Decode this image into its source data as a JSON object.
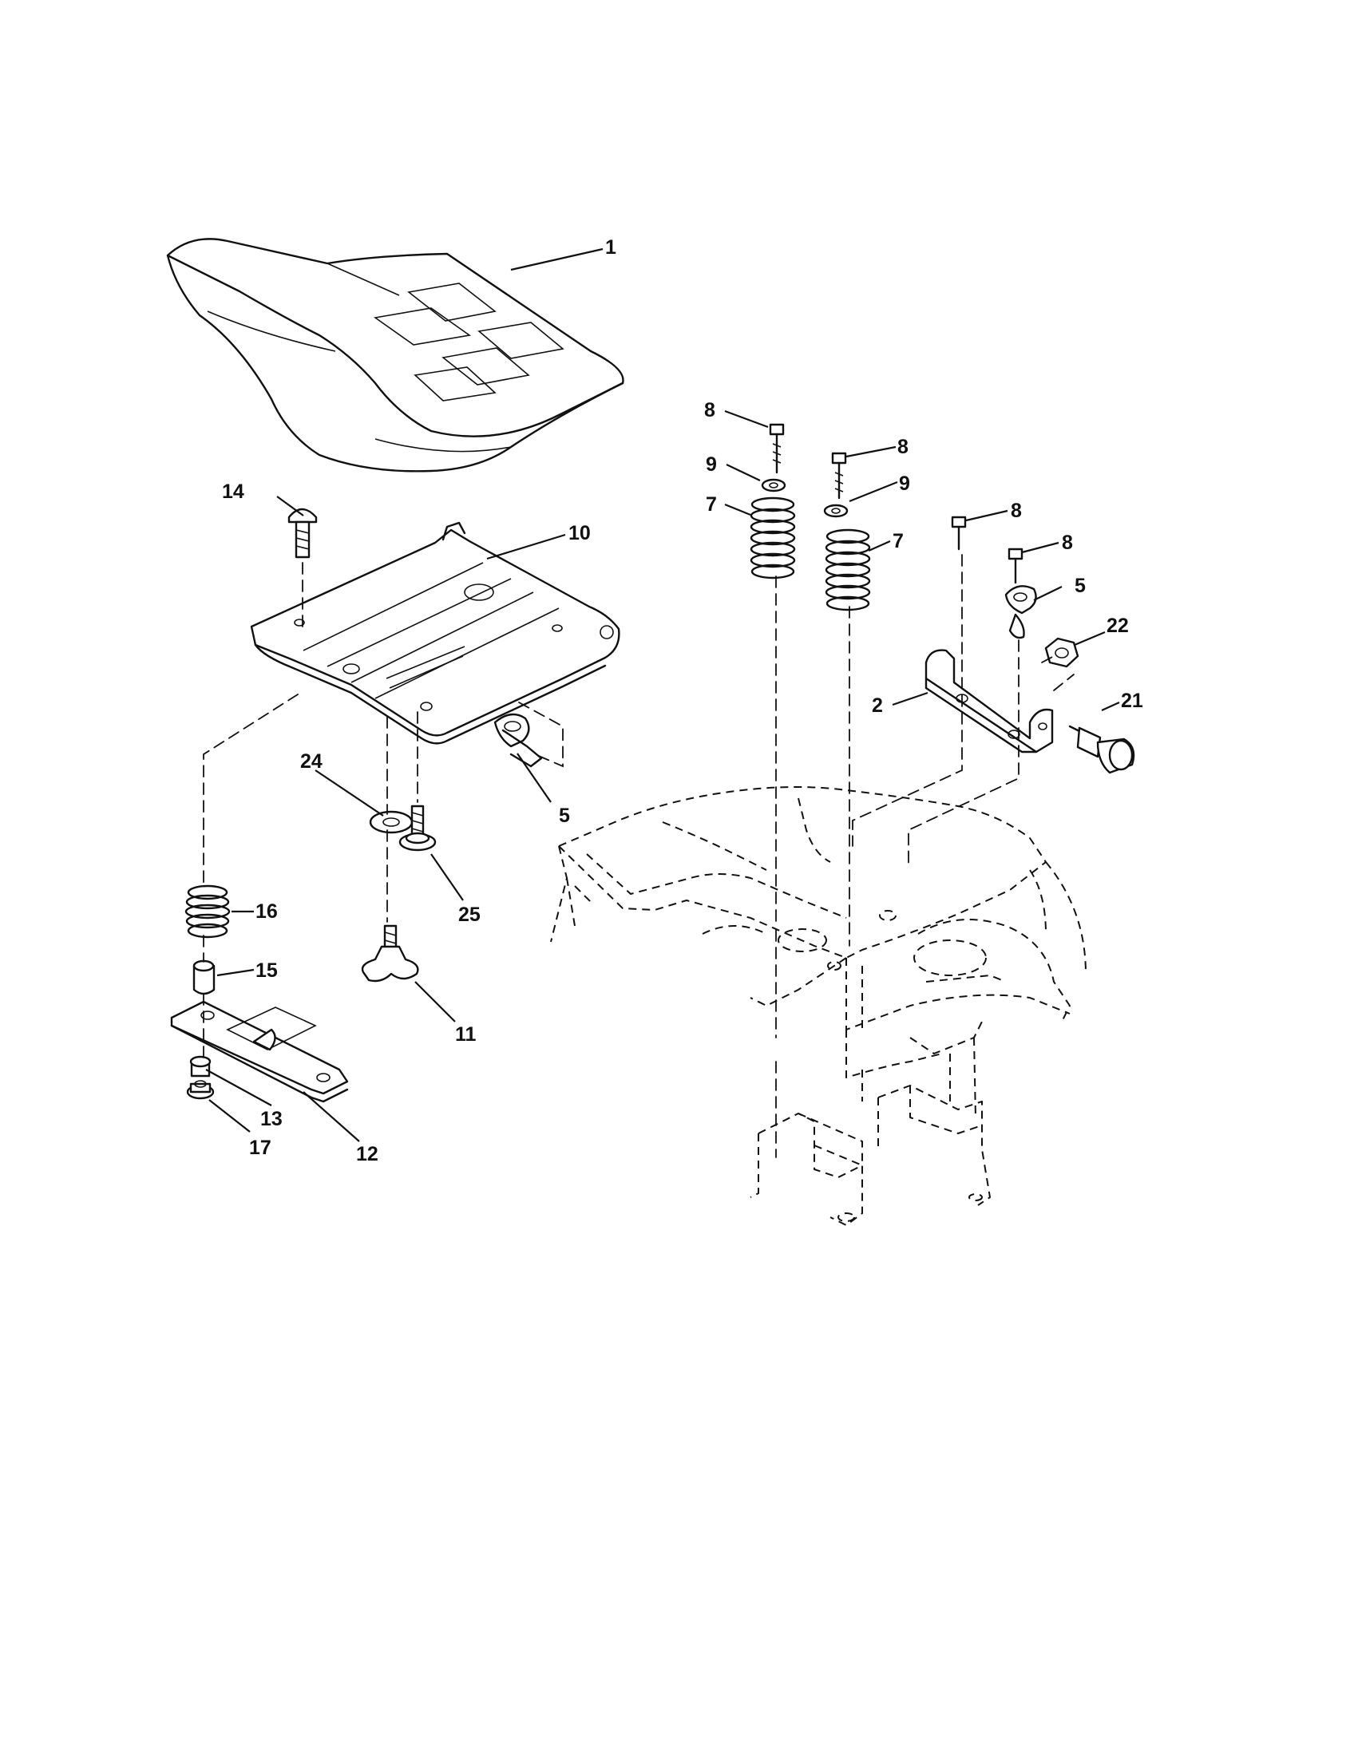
{
  "callouts": [
    {
      "id": "c1",
      "label": "1"
    },
    {
      "id": "c2",
      "label": "2"
    },
    {
      "id": "c5a",
      "label": "5"
    },
    {
      "id": "c5b",
      "label": "5"
    },
    {
      "id": "c7a",
      "label": "7"
    },
    {
      "id": "c7b",
      "label": "7"
    },
    {
      "id": "c8a",
      "label": "8"
    },
    {
      "id": "c8b",
      "label": "8"
    },
    {
      "id": "c8c",
      "label": "8"
    },
    {
      "id": "c8d",
      "label": "8"
    },
    {
      "id": "c9a",
      "label": "9"
    },
    {
      "id": "c9b",
      "label": "9"
    },
    {
      "id": "c10",
      "label": "10"
    },
    {
      "id": "c11",
      "label": "11"
    },
    {
      "id": "c12",
      "label": "12"
    },
    {
      "id": "c13",
      "label": "13"
    },
    {
      "id": "c14",
      "label": "14"
    },
    {
      "id": "c15",
      "label": "15"
    },
    {
      "id": "c16",
      "label": "16"
    },
    {
      "id": "c17",
      "label": "17"
    },
    {
      "id": "c21",
      "label": "21"
    },
    {
      "id": "c22",
      "label": "22"
    },
    {
      "id": "c24",
      "label": "24"
    },
    {
      "id": "c25",
      "label": "25"
    }
  ]
}
